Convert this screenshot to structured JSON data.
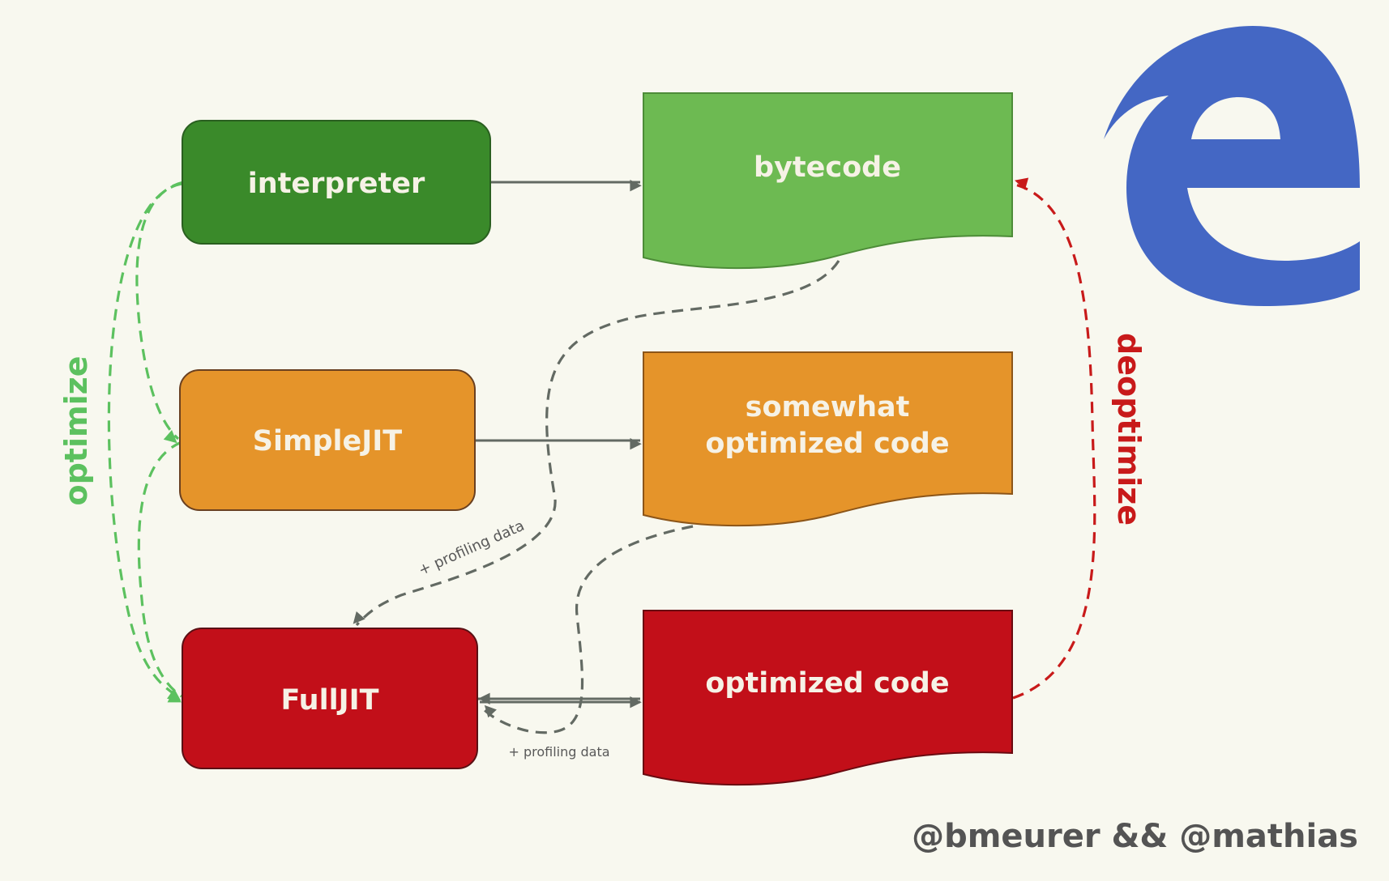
{
  "nodes": {
    "interpreter": "interpreter",
    "simplejit": "SimpleJIT",
    "fulljit": "FullJIT"
  },
  "outputs": {
    "bytecode": "bytecode",
    "somewhat_line1": "somewhat",
    "somewhat_line2": "optimized code",
    "optimized": "optimized code"
  },
  "labels": {
    "optimize": "optimize",
    "deoptimize": "deoptimize",
    "profiling_upper": "+ profiling data",
    "profiling_lower": "+ profiling data"
  },
  "credit": "@bmeurer && @mathias",
  "logo": {
    "icon": "edge-logo-icon",
    "color": "#4467c4"
  },
  "colors": {
    "interpreter": "#3a8a2a",
    "bytecode": "#6dba52",
    "simplejit": "#e5942a",
    "somewhat": "#e5942a",
    "fulljit": "#c20f19",
    "optimized": "#c20f19",
    "optimize_arrows": "#5cc15f",
    "deoptimize_arrow": "#c81a1a",
    "neutral_arrows": "#636a63"
  }
}
